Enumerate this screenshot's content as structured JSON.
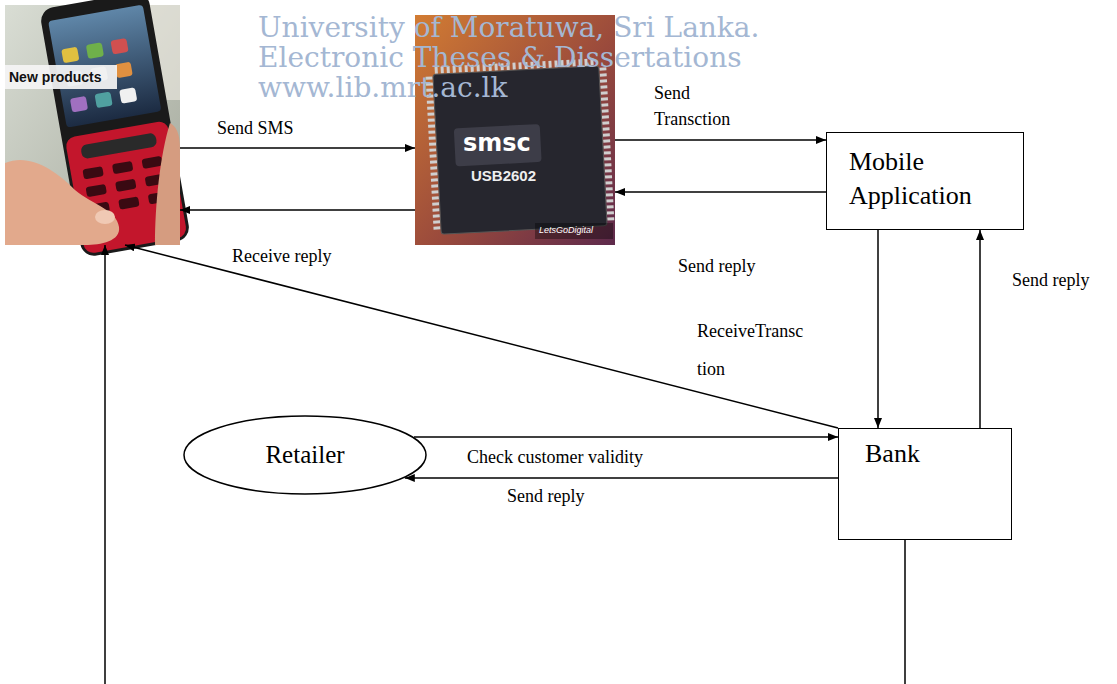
{
  "diagram": {
    "nodes": [
      {
        "text": [
          "New products"
        ]
      },
      {
        "text": [
          "smsc",
          "USB2602",
          "LetsGoDigital"
        ]
      },
      {
        "text": [
          "Mobile Application"
        ]
      },
      {
        "text": [
          "Retailer"
        ]
      },
      {
        "text": [
          "Bank"
        ]
      }
    ],
    "edges": [
      {
        "from": 0,
        "to": 1,
        "label": "Send SMS",
        "arrow": "to"
      },
      {
        "from": 1,
        "to": 0,
        "label": "Receive reply",
        "arrow": "to"
      },
      {
        "from": 1,
        "to": 2,
        "label": "Send Transction",
        "arrow": "to"
      },
      {
        "from": 2,
        "to": 1,
        "label": "Send reply",
        "arrow": "to"
      },
      {
        "from": 2,
        "to": 4,
        "label": "ReceiveTransc tion",
        "arrow": "to"
      },
      {
        "from": 4,
        "to": 2,
        "label": "Send reply",
        "arrow": "to"
      },
      {
        "from": 3,
        "to": 4,
        "label": "Check customer validity",
        "arrow": "to"
      },
      {
        "from": 4,
        "to": 3,
        "label": "Send reply",
        "arrow": "to"
      },
      {
        "from": 4,
        "to": 0,
        "arrow": "to"
      },
      {
        "from": 4,
        "to": 0,
        "arrow": "to"
      }
    ],
    "labels": [
      "University of Moratuwa, Sri Lanka.",
      "Electronic Theses & Dissertations",
      "www.lib.mrt.ac.lk"
    ]
  }
}
